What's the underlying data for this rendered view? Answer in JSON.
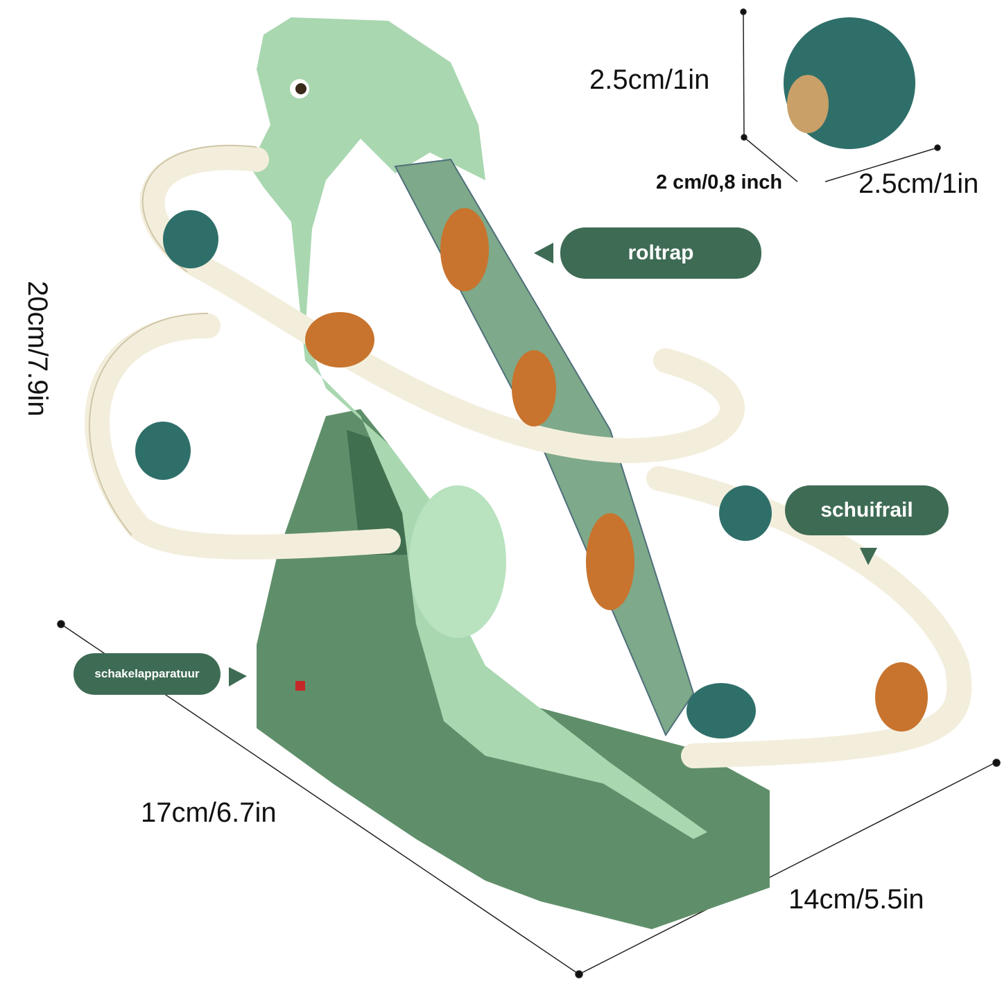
{
  "labels": {
    "escalator": "roltrap",
    "slide_rail": "schuifrail",
    "switch": "schakelapparatuur"
  },
  "dimensions": {
    "height": "20cm/7.9in",
    "length": "17cm/6.7in",
    "width": "14cm/5.5in",
    "figure_height": "2.5cm/1in",
    "figure_depth": "2 cm/0,8 inch",
    "figure_width": "2.5cm/1in"
  },
  "colors": {
    "label_bg": "#3e6b54",
    "toy_light_green": "#a9d7b0",
    "toy_dark_green": "#5f8f6a",
    "track": "#f3eedc",
    "figure_teal": "#2f6f6a",
    "figure_orange": "#c8742e"
  }
}
